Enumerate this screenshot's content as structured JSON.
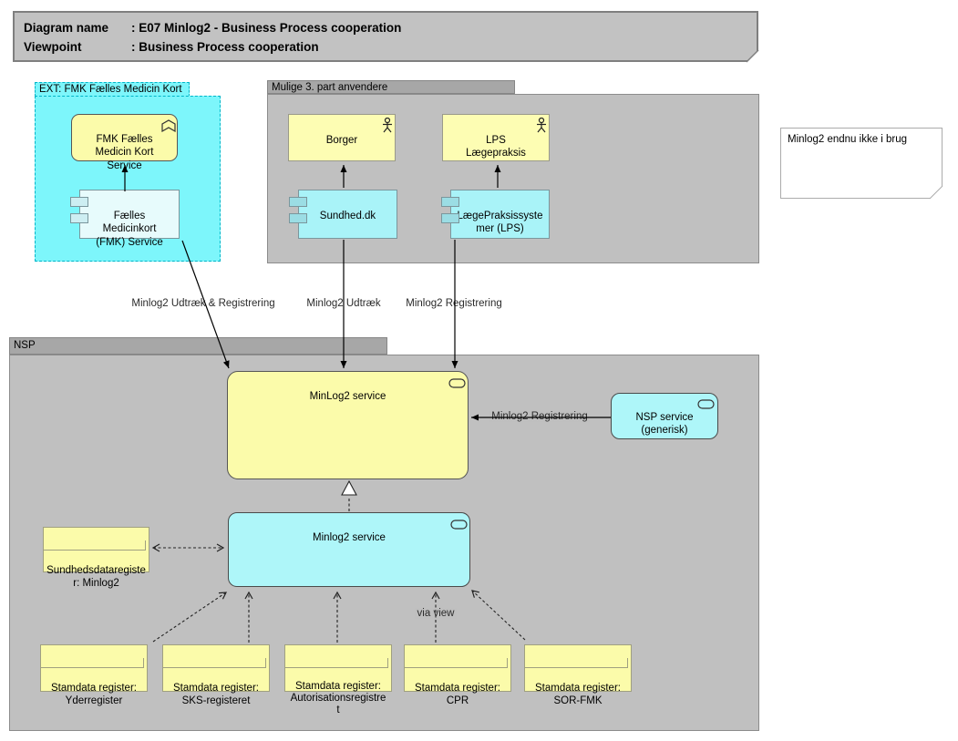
{
  "colors": {
    "group_body_gray": "#c0c0c0",
    "group_tab_gray": "#a7a7a7",
    "title_gray": "#c2c2c2",
    "ext_cyan": "#7df6fb",
    "component_cyan": "#a9f3f8",
    "component_pale_cyan": "#e7fbfc",
    "service_cyan": "#aef6f9",
    "node_yellow": "#fdfdb3",
    "service_yellow": "#fbfbaa",
    "note_white": "#ffffff"
  },
  "title_block": {
    "line1_label": "Diagram name",
    "line1_value": ": E07 Minlog2 - Business Process cooperation",
    "line2_label": "Viewpoint",
    "line2_value": ": Business Process cooperation"
  },
  "groups": {
    "ext": {
      "label": "EXT: FMK Fælles Medicin Kort"
    },
    "third_party": {
      "label": "Mulige 3. part anvendere"
    },
    "nsp": {
      "label": "NSP"
    }
  },
  "nodes": {
    "fmk_service": {
      "label": "FMK Fælles\nMedicin Kort\nService"
    },
    "fmk_component": {
      "label": "Fælles\nMedicinkort\n(FMK) Service"
    },
    "borger": {
      "label": "Borger"
    },
    "lps_actor": {
      "label": "LPS\nLægepraksis"
    },
    "sundhed_dk": {
      "label": "Sundhed.dk"
    },
    "lps_component": {
      "label": "LægePraksissyste\nmer (LPS)"
    },
    "minlog2_business_service": {
      "label": "MinLog2 service"
    },
    "nsp_service": {
      "label": "NSP service\n(generisk)"
    },
    "minlog2_app_service": {
      "label": "Minlog2 service"
    },
    "sundhedsdata_register": {
      "label": "Sundhedsdataregiste\nr: Minlog2"
    },
    "stamdata": [
      {
        "label": "Stamdata register:\nYderregister"
      },
      {
        "label": "Stamdata register:\nSKS-registeret"
      },
      {
        "label": "Stamdata register:\nAutorisationsregistre\nt"
      },
      {
        "label": "Stamdata register:\nCPR"
      },
      {
        "label": "Stamdata register:\nSOR-FMK"
      }
    ],
    "note": {
      "text": "Minlog2 endnu ikke i brug"
    }
  },
  "edge_labels": {
    "udtraek_reg": "Minlog2 Udtræk & Registrering",
    "udtraek": "Minlog2 Udtræk",
    "registrering": "Minlog2 Registrering",
    "nsp_registrering": "Minlog2 Registrering",
    "via_view": "via view"
  }
}
